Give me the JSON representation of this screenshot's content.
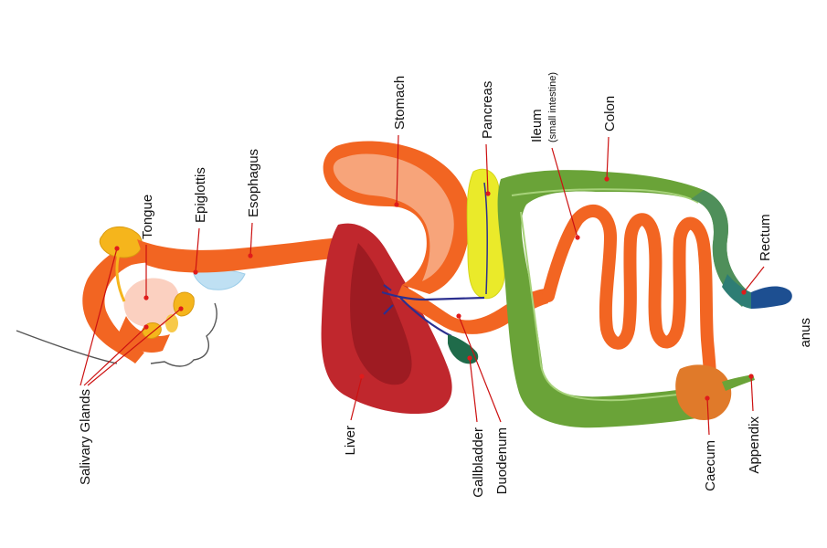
{
  "labels": {
    "salivary_glands": "Salivary Glands",
    "tongue": "Tongue",
    "epiglottis": "Epiglottis",
    "esophagus": "Esophagus",
    "stomach": "Stomach",
    "liver": "Liver",
    "pancreas": "Pancreas",
    "gallbladder": "Gallbladder",
    "duodenum": "Duodenum",
    "ileum": "Ileum",
    "ileum_note": "(small intestine)",
    "colon": "Colon",
    "rectum": "Rectum",
    "anus": "anus",
    "caecum": "Caecum",
    "appendix": "Appendix"
  },
  "colors": {
    "tract_orange": "#f26522",
    "stomach_fill": "#f7a47a",
    "liver_red": "#c0272d",
    "liver_dark": "#9e1b22",
    "pancreas_yellow": "#eaea2a",
    "colon_green": "#6aa338",
    "rectum_teal": "#2e7d74",
    "anus_blue": "#1d4f91",
    "gallbladder_green": "#1f6b4a",
    "bile_duct_blue": "#2b2f8f",
    "salivary_yellow": "#f5b51c",
    "epiglottis_blue": "#bfe0f3",
    "leader_red": "#cc1111"
  }
}
